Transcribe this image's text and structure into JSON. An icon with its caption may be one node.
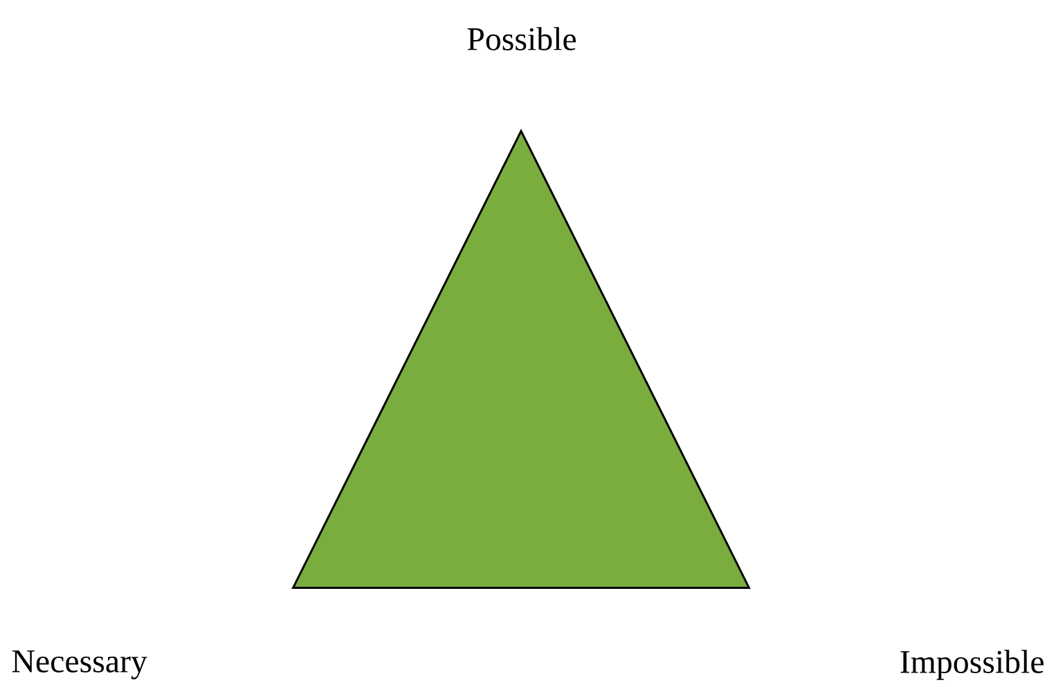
{
  "diagram": {
    "nodes": [
      {
        "text": [],
        "shape": "triangle"
      }
    ],
    "labels": [
      "Possible",
      "Necessary",
      "Impossible"
    ]
  }
}
